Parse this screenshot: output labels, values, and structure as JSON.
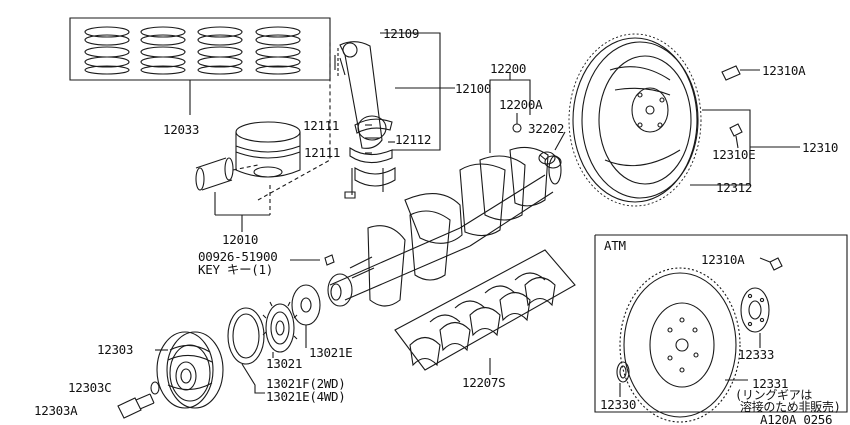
{
  "part_labels": {
    "p12033": "12033",
    "p12109": "12109",
    "p12100": "12100",
    "p12111a": "12111",
    "p12111b": "12111",
    "p12112": "12112",
    "p12200": "12200",
    "p12200A": "12200A",
    "p32202": "32202",
    "p12010": "12010",
    "p00926": "00926-51900",
    "key_line": "KEY  キー(1)",
    "p12310A_top": "12310A",
    "p12310E": "12310E",
    "p12310": "12310",
    "p12312": "12312",
    "p12303": "12303",
    "p12303C": "12303C",
    "p12303A": "12303A",
    "p13021": "13021",
    "p13021E": "13021E",
    "p13021F": "13021F(2WD)",
    "p13021E4": "13021E(4WD)",
    "p12207S": "12207S",
    "atm_title": "ATM",
    "p12310A_atm": "12310A",
    "p12333": "12333",
    "p12331": "12331",
    "p12331_note1": "(リングギアは",
    "p12331_note2": "溶接のため非販売)",
    "p12330": "12330",
    "diagram_code": "A120A 0256"
  },
  "colors": {
    "line": "#1a1a1a",
    "background": "#ffffff"
  }
}
